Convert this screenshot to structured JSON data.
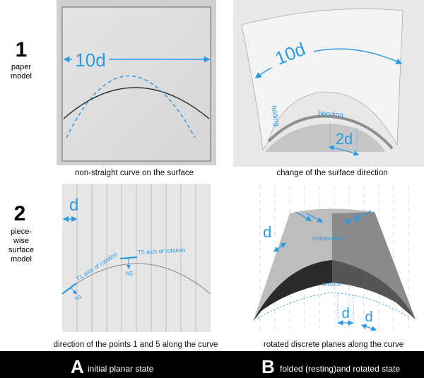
{
  "rows": [
    {
      "number": "1",
      "label_lines": [
        "paper",
        "model"
      ]
    },
    {
      "number": "2",
      "label_lines": [
        "piece-",
        "wise",
        "surface",
        "model"
      ]
    }
  ],
  "photo_flat": {
    "dimension": "10d",
    "caption": "non-straight curve on the surface"
  },
  "photo_bent": {
    "dimension": "10d",
    "folding": "folding",
    "bending": "bending",
    "small_dimension": "2d",
    "caption": "change of the surface direction"
  },
  "planar_model": {
    "d": "d",
    "t1": "T1 axis of rotation",
    "t5": "T5 axis of rotation",
    "n1": "N1",
    "n5": "N5",
    "caption": "direction of the points 1 and 5 along the curve"
  },
  "rotated_model": {
    "d": "d",
    "compression": "compression",
    "tension": "tension",
    "d2": "d",
    "d3": "d",
    "caption": "rotated discrete planes along the curve"
  },
  "footer": {
    "a_letter": "A",
    "a_label": "initial planar state",
    "b_letter": "B",
    "b_label": "folded (resting)and rotated state"
  },
  "colors": {
    "accent": "#2b9be6",
    "footer_bg": "#000000"
  }
}
